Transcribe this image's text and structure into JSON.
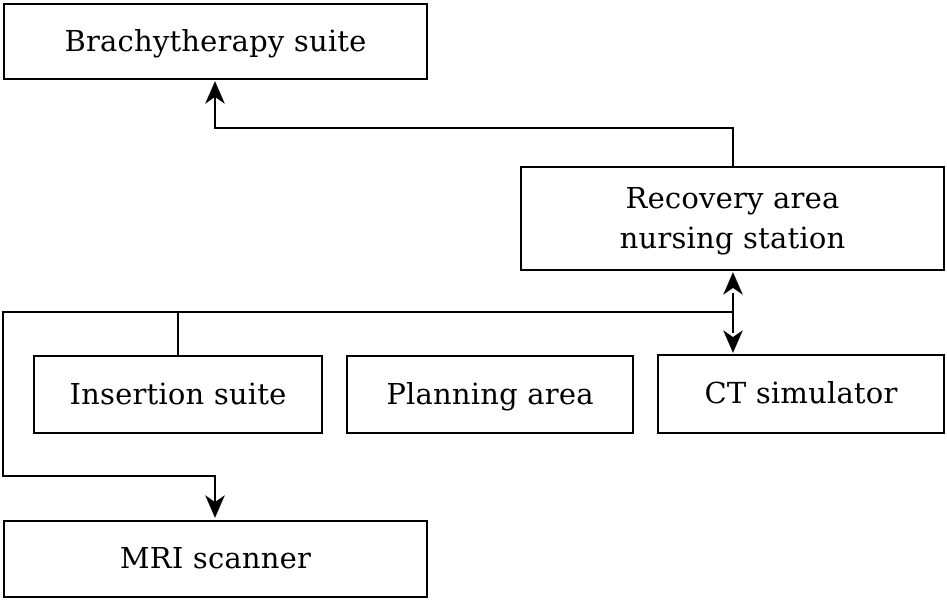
{
  "diagram": {
    "title": "Brachytherapy facility workflow diagram",
    "colors": {
      "background": "#ffffff",
      "line": "#000000",
      "box_border": "#000000",
      "box_fill": "#ffffff",
      "text": "#000000"
    },
    "nodes": [
      {
        "id": "brachytherapy-suite",
        "label": "Brachytherapy suite"
      },
      {
        "id": "recovery-area-nursing-station",
        "label": "Recovery area nursing station",
        "label_lines": [
          "Recovery area",
          "nursing station"
        ]
      },
      {
        "id": "insertion-suite",
        "label": "Insertion suite"
      },
      {
        "id": "planning-area",
        "label": "Planning area"
      },
      {
        "id": "ct-simulator",
        "label": "CT simulator"
      },
      {
        "id": "mri-scanner",
        "label": "MRI scanner"
      }
    ],
    "edges": [
      {
        "from": "recovery-area-nursing-station",
        "to": "brachytherapy-suite",
        "arrow": "one-way"
      },
      {
        "from": "recovery-area-nursing-station",
        "to": "ct-simulator",
        "arrow": "two-way"
      },
      {
        "from": "trunk-line",
        "to": "insertion-suite",
        "arrow": "none"
      },
      {
        "from": "trunk-line",
        "to": "mri-scanner",
        "arrow": "one-way"
      }
    ]
  }
}
